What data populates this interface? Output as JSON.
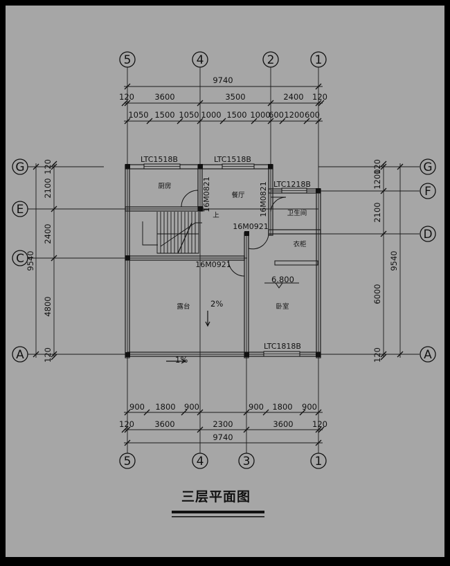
{
  "drawing": {
    "title": "三层平面图",
    "colors": {
      "background": "#a6a6a6",
      "frame": "#000000",
      "line": "#1a1a1a"
    }
  },
  "axes": {
    "top": [
      "5",
      "4",
      "2",
      "1"
    ],
    "bottom": [
      "5",
      "4",
      "3",
      "1"
    ],
    "left": [
      "G",
      "E",
      "C",
      "A"
    ],
    "right": [
      "G",
      "F",
      "D",
      "A"
    ]
  },
  "dimensions": {
    "top_total": "9740",
    "top_axis": [
      "120",
      "3600",
      "3500",
      "2400",
      "120"
    ],
    "top_detail": [
      "1050",
      "1500",
      "1050",
      "1000",
      "1500",
      "1000",
      "600",
      "1200",
      "600"
    ],
    "bottom_detail": [
      "900",
      "1800",
      "900",
      "900",
      "1800",
      "900"
    ],
    "bottom_axis": [
      "120",
      "3600",
      "2300",
      "3600",
      "120"
    ],
    "bottom_total": "9740",
    "left": [
      "120",
      "2100",
      "2400",
      "4800",
      "120"
    ],
    "left_total": "9540",
    "right": [
      "120",
      "1200",
      "2100",
      "6000",
      "120"
    ],
    "right_total": "9540"
  },
  "windows": {
    "kitchen": "LTC1518B",
    "dining": "LTC1518B",
    "bath": "LTC1218B",
    "bedroom": "LTC1818B"
  },
  "doors": {
    "kitchen": "16M0821",
    "bath": "16M0821",
    "bedroom": "16M0921",
    "terrace": "16M0921"
  },
  "rooms": {
    "kitchen": "厨房",
    "dining": "餐厅",
    "bath": "卫生间",
    "closet": "衣柜",
    "terrace": "露台",
    "bedroom": "卧室",
    "stair_up": "上"
  },
  "elevation": "6.800",
  "slopes": {
    "terrace": "2%",
    "balcony": "1%"
  }
}
